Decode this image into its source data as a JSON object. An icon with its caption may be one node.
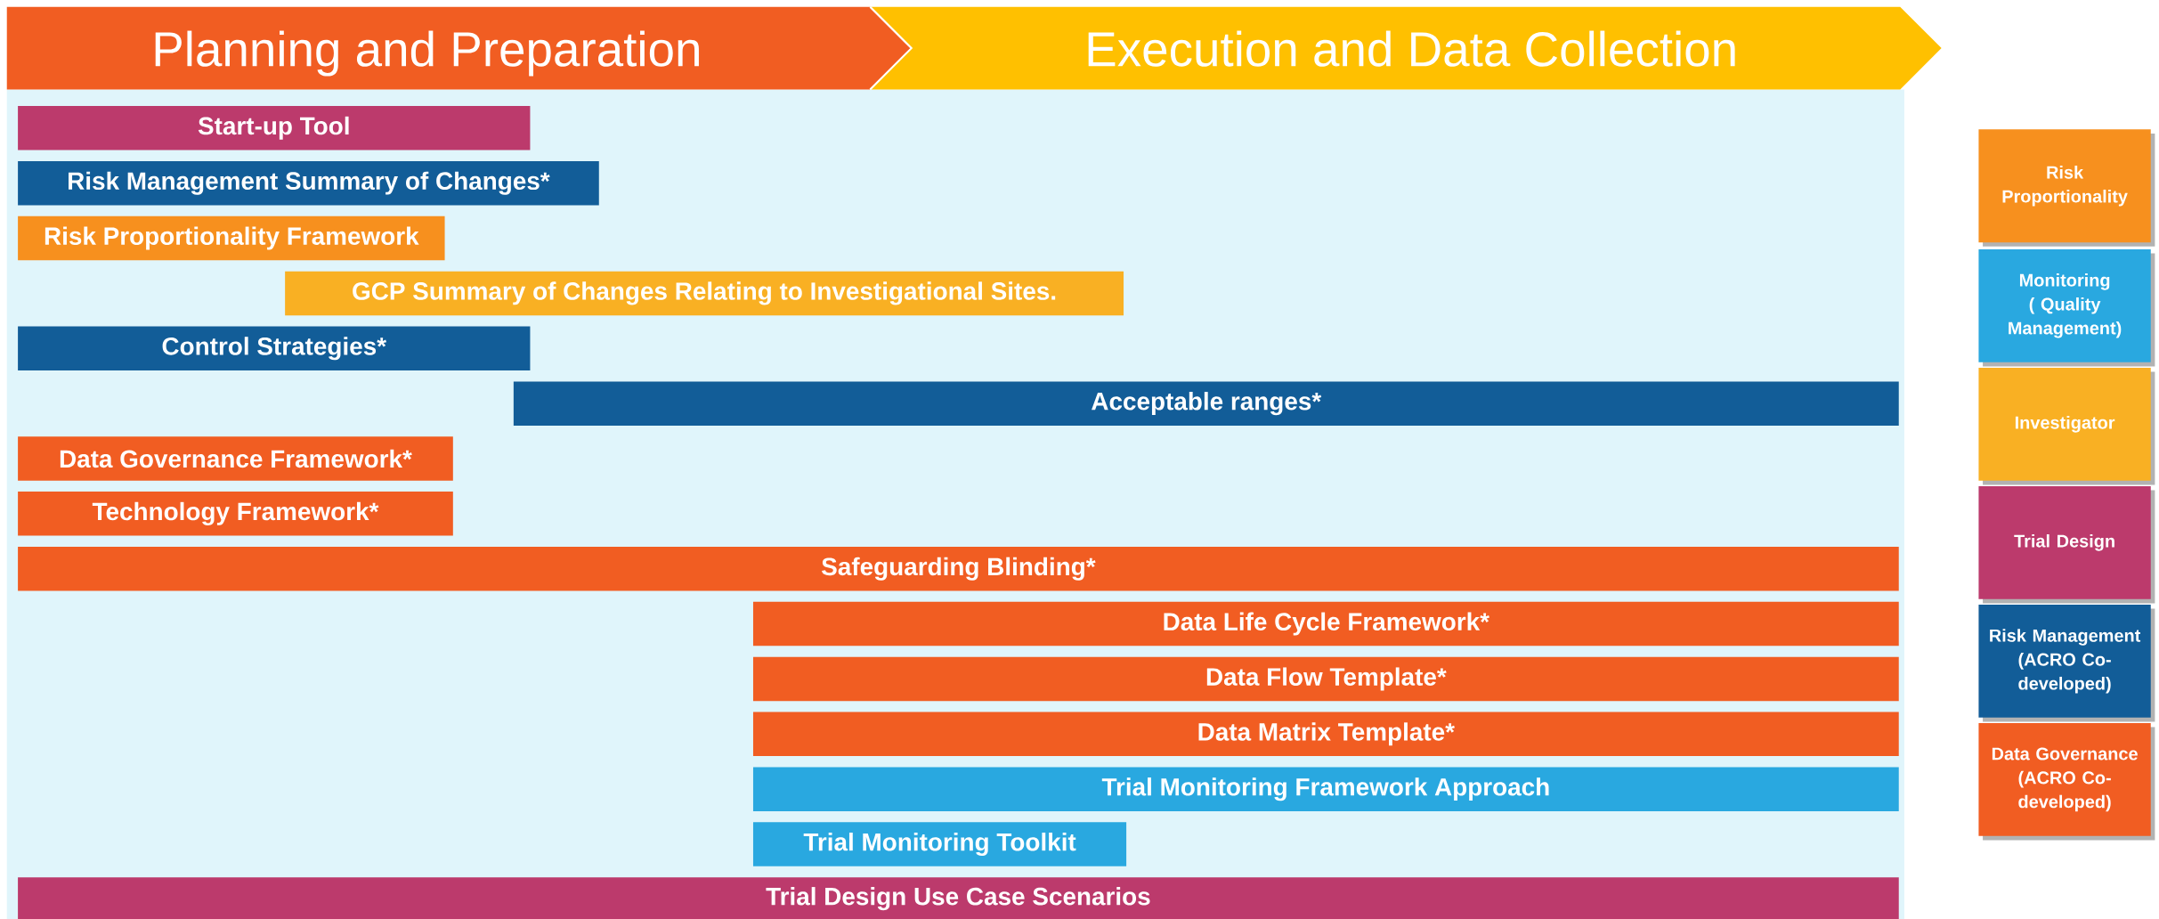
{
  "diagram": {
    "nodes": [
      {
        "text": [
          "Planning and Preparation"
        ]
      },
      {
        "text": [
          "Execution and Data Collection"
        ]
      },
      {
        "text": [
          "Start-up Tool"
        ]
      },
      {
        "text": [
          "Risk Management Summary of Changes*"
        ]
      },
      {
        "text": [
          "Risk Proportionality Framework"
        ]
      },
      {
        "text": [
          "GCP Summary of Changes Relating to Investigational Sites."
        ]
      },
      {
        "text": [
          "Control Strategies*"
        ]
      },
      {
        "text": [
          "Acceptable ranges*"
        ]
      },
      {
        "text": [
          "Data Governance Framework*"
        ]
      },
      {
        "text": [
          "Technology Framework*"
        ]
      },
      {
        "text": [
          "Safeguarding Blinding*"
        ]
      },
      {
        "text": [
          "Data Life Cycle Framework*"
        ]
      },
      {
        "text": [
          "Data Flow Template*"
        ]
      },
      {
        "text": [
          "Data Matrix Template*"
        ]
      },
      {
        "text": [
          "Trial Monitoring Framework Approach"
        ]
      },
      {
        "text": [
          "Trial Monitoring Toolkit"
        ]
      },
      {
        "text": [
          "Trial Design Use Case Scenarios"
        ]
      }
    ],
    "legend": [
      {
        "text": "Risk Proportionality",
        "color": "#f7901e"
      },
      {
        "text": "Monitoring ( Quality Management)",
        "color": "#29a8e0"
      },
      {
        "text": "Investigator",
        "color": "#f9b023"
      },
      {
        "text": "Trial Design",
        "color": "#bc3a6c"
      },
      {
        "text": "Risk Management (ACRO Co-developed)",
        "color": "#125d98"
      },
      {
        "text": "Data Governance (ACRO Co-developed)",
        "color": "#f15d22"
      }
    ]
  }
}
